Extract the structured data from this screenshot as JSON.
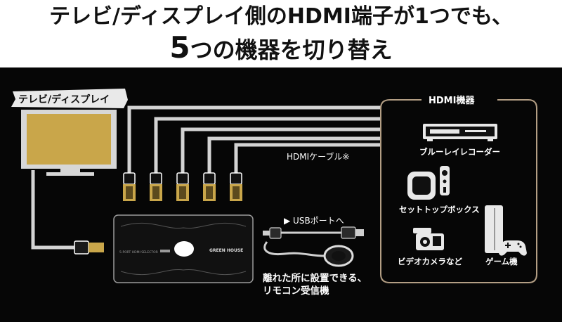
{
  "headline": {
    "line1": "テレビ/ディスプレイ側のHDMI端子が1つでも、",
    "line2_number": "5",
    "line2_rest": "つの機器を切り替え"
  },
  "tv": {
    "label": "テレビ/ディスプレイ"
  },
  "devices": {
    "title": "HDMI機器",
    "bluray": "ブルーレイレコーダー",
    "stb": "セットトップボックス",
    "camera": "ビデオカメラなど",
    "game": "ゲーム機"
  },
  "cable_label": "HDMIケーブル※",
  "usb_label": "▶ USBポートへ",
  "remote_label": {
    "line1": "離れた所に設置できる、",
    "line2": "リモコン受信機"
  },
  "switcher": {
    "brand": "GREEN HOUSE",
    "model": "5-PORT HDMI SELECTOR"
  },
  "colors": {
    "cable": "#d3d3d3",
    "tv_screen": "#c9a64a",
    "frame": "#b39e84",
    "device": "#e8e8e8",
    "background": "#060606"
  }
}
